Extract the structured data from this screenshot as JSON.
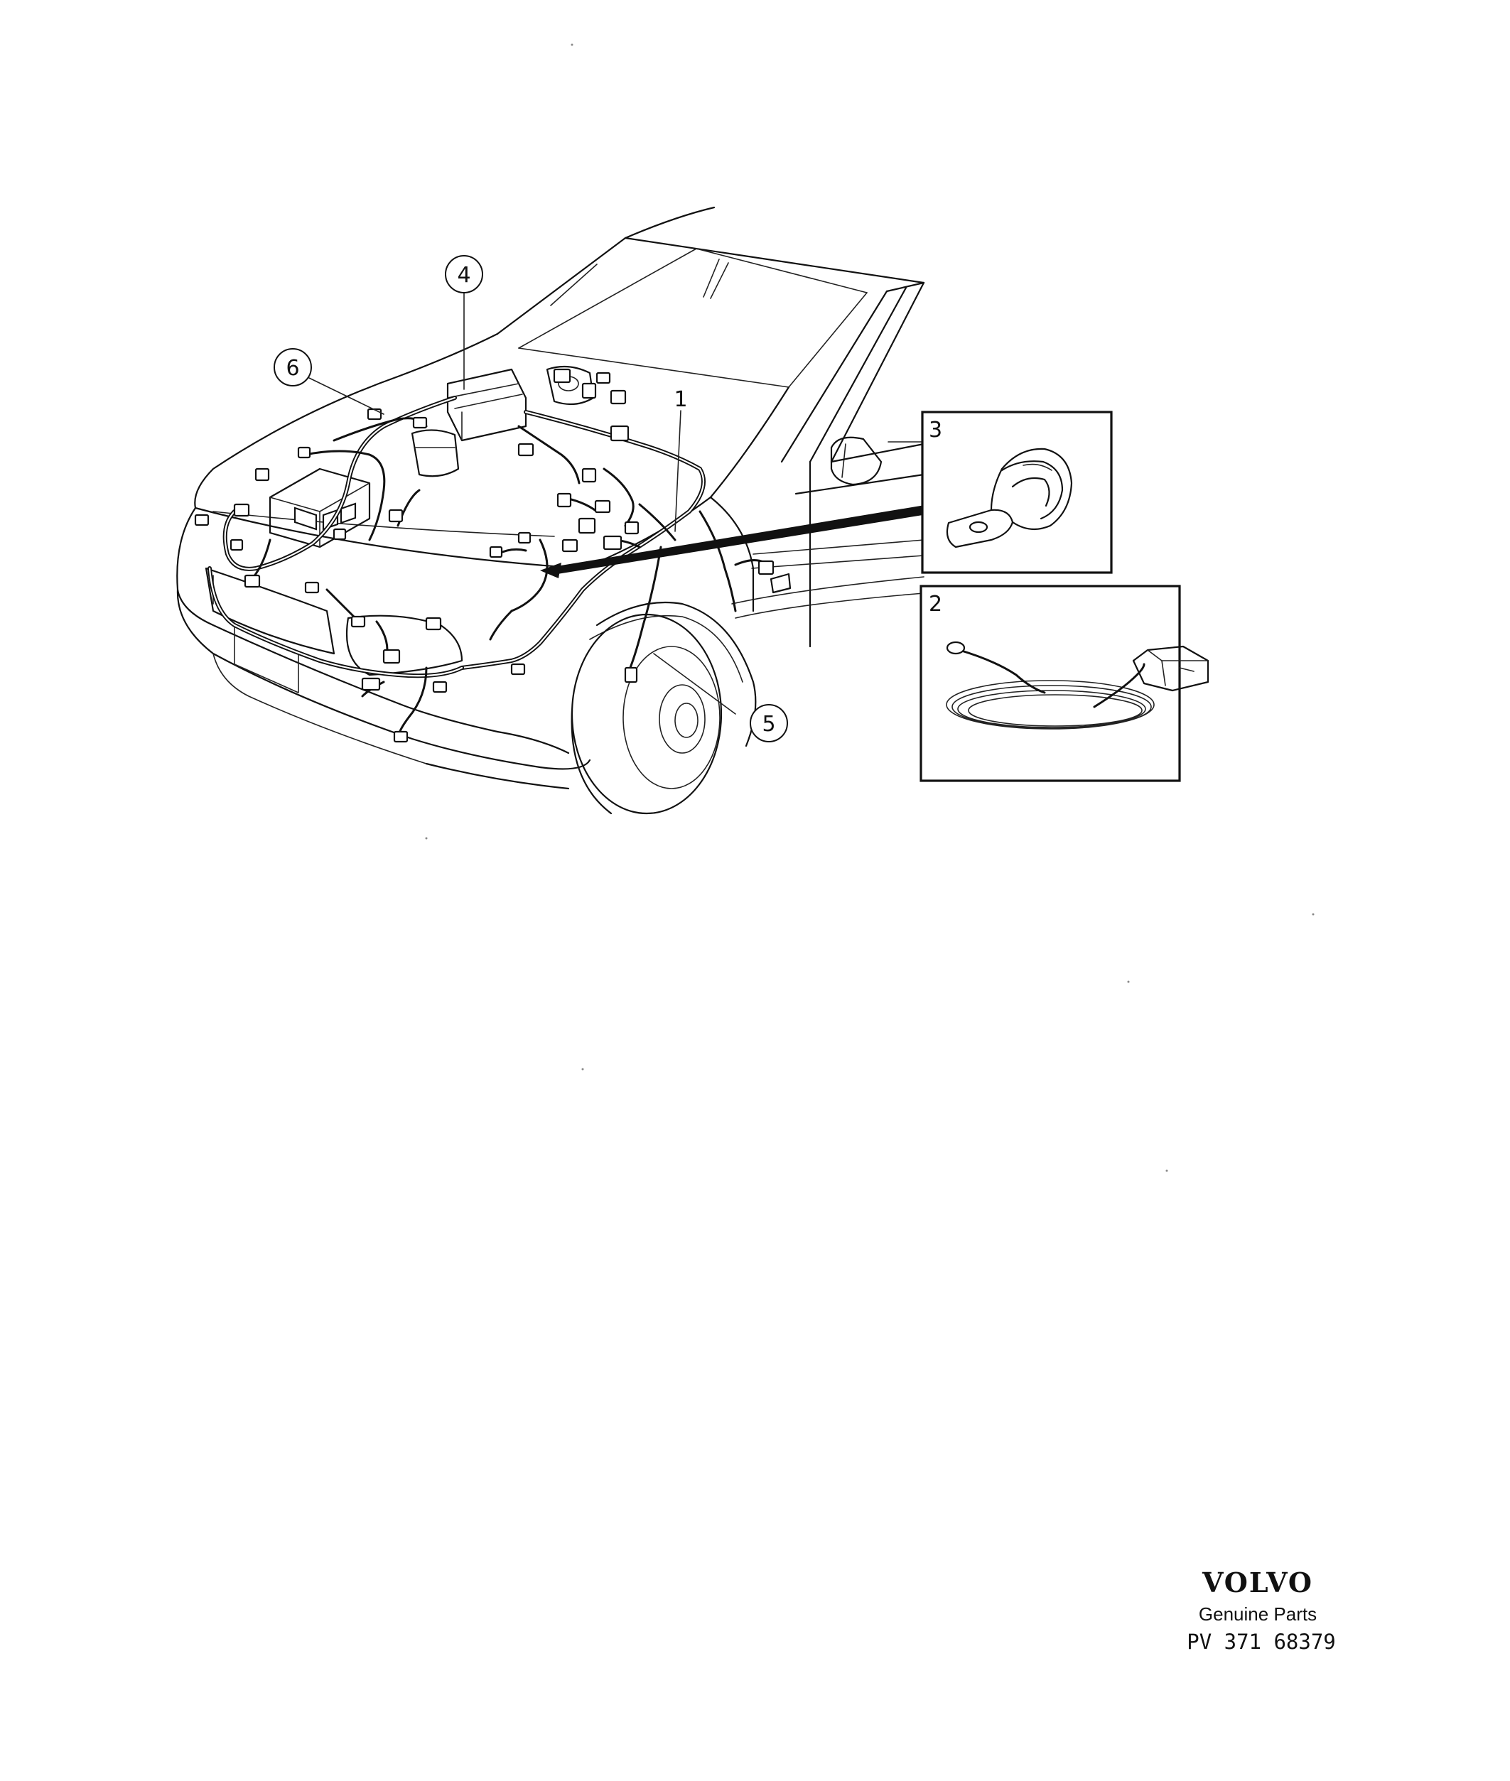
{
  "callouts": {
    "c1": "1",
    "c2": "2",
    "c3": "3",
    "c4": "4",
    "c5": "5",
    "c6": "6"
  },
  "footer": {
    "brand": "VOLVO",
    "subtitle": "Genuine Parts",
    "part_number": "PV 371 68379"
  }
}
